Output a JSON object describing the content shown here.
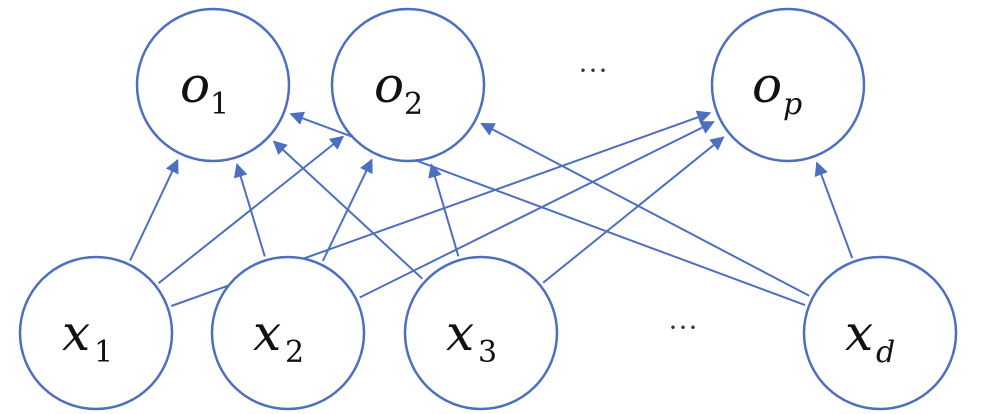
{
  "diagram": {
    "output_nodes": [
      {
        "id": "o1",
        "var": "o",
        "sub": "1",
        "sub_italic": false
      },
      {
        "id": "o2",
        "var": "o",
        "sub": "2",
        "sub_italic": false
      },
      {
        "id": "op",
        "var": "o",
        "sub": "p",
        "sub_italic": true
      }
    ],
    "input_nodes": [
      {
        "id": "x1",
        "var": "x",
        "sub": "1",
        "sub_italic": false
      },
      {
        "id": "x2",
        "var": "x",
        "sub": "2",
        "sub_italic": false
      },
      {
        "id": "x3",
        "var": "x",
        "sub": "3",
        "sub_italic": false
      },
      {
        "id": "xd",
        "var": "x",
        "sub": "d",
        "sub_italic": true
      }
    ],
    "output_ellipsis": "···",
    "input_ellipsis": "···",
    "edges": [
      [
        "x1",
        "o1"
      ],
      [
        "x1",
        "o2"
      ],
      [
        "x1",
        "op"
      ],
      [
        "x2",
        "o1"
      ],
      [
        "x2",
        "o2"
      ],
      [
        "x2",
        "op"
      ],
      [
        "x3",
        "o1"
      ],
      [
        "x3",
        "o2"
      ],
      [
        "x3",
        "op"
      ],
      [
        "xd",
        "o1"
      ],
      [
        "xd",
        "o2"
      ],
      [
        "xd",
        "op"
      ]
    ],
    "colors": {
      "node_stroke": "#4e6fc0",
      "edge": "#4e6fc0",
      "text": "#111111"
    }
  }
}
